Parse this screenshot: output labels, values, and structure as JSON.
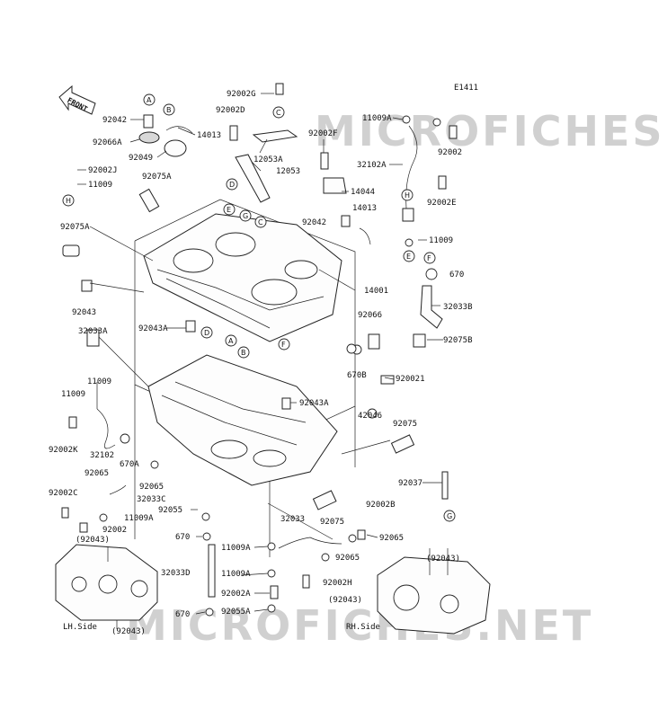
{
  "diagram_id": "E1411",
  "front_label": "FRONT",
  "watermark": "MICROFICHES.NET",
  "callouts": [
    "92042",
    "92066A",
    "14013",
    "92049",
    "92002J",
    "11009",
    "92075A",
    "92002G",
    "92002D",
    "12053A",
    "12053",
    "92002F",
    "14044",
    "11009A",
    "92002",
    "32102A",
    "92002E",
    "92042",
    "14013",
    "11009",
    "670",
    "14001",
    "32033B",
    "92075B",
    "92075A",
    "92043",
    "92043A",
    "92066",
    "670B",
    "920021",
    "32033A",
    "11009",
    "11009",
    "92002K",
    "32102",
    "670A",
    "92043A",
    "42046",
    "92075",
    "92065",
    "92065",
    "92002C",
    "32033C",
    "92037",
    "92055",
    "11009A",
    "92002",
    "670",
    "32033",
    "92075",
    "92002B",
    "92065",
    "11009A",
    "32033D",
    "92065",
    "11009A",
    "92002H",
    "92002A",
    "670",
    "92055A",
    "(92043)",
    "(92043)",
    "(92043)",
    "(92043)"
  ],
  "views": {
    "left": "LH.Side",
    "right": "RH.Side"
  },
  "circle_refs": [
    "A",
    "B",
    "C",
    "D",
    "E",
    "F",
    "G",
    "H"
  ]
}
